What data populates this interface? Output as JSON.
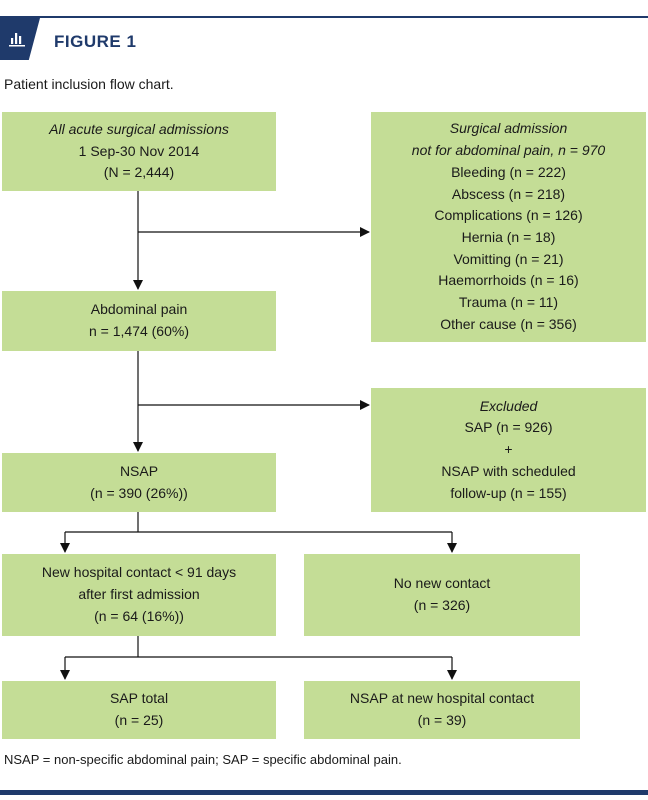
{
  "header": {
    "figure_label": "FIGURE 1",
    "caption": "Patient inclusion flow chart.",
    "icon": "bar-chart-icon",
    "accent_color": "#1f3a6b",
    "box_color": "#c4dd96"
  },
  "boxes": {
    "all_admissions": {
      "line1": "All acute surgical admissions",
      "line2": "1 Sep-30 Nov 2014",
      "line3": "(N = 2,444)"
    },
    "non_abdominal": {
      "heading1": "Surgical admission",
      "heading2": "not for abdominal pain, n = 970",
      "items": [
        "Bleeding (n = 222)",
        "Abscess (n = 218)",
        "Complications (n = 126)",
        "Hernia (n = 18)",
        "Vomitting (n = 21)",
        "Haemorrhoids (n = 16)",
        "Trauma (n = 11)",
        "Other cause (n = 356)"
      ]
    },
    "abdominal_pain": {
      "line1": "Abdominal pain",
      "line2": "n = 1,474 (60%)"
    },
    "excluded": {
      "heading": "Excluded",
      "line1": "SAP (n = 926)",
      "line2": "+",
      "line3": "NSAP with scheduled",
      "line4": "follow-up (n = 155)"
    },
    "nsap": {
      "line1": "NSAP",
      "line2": "(n = 390 (26%))"
    },
    "new_contact": {
      "line1": "New hospital contact < 91 days",
      "line2": "after first admission",
      "line3": "(n = 64 (16%))"
    },
    "no_new_contact": {
      "line1": "No new contact",
      "line2": "(n = 326)"
    },
    "sap_total": {
      "line1": "SAP total",
      "line2": "(n = 25)"
    },
    "nsap_new_contact": {
      "line1": "NSAP at new hospital contact",
      "line2": "(n = 39)"
    }
  },
  "footnote": "NSAP = non-specific abdominal pain; SAP = specific abdominal pain."
}
